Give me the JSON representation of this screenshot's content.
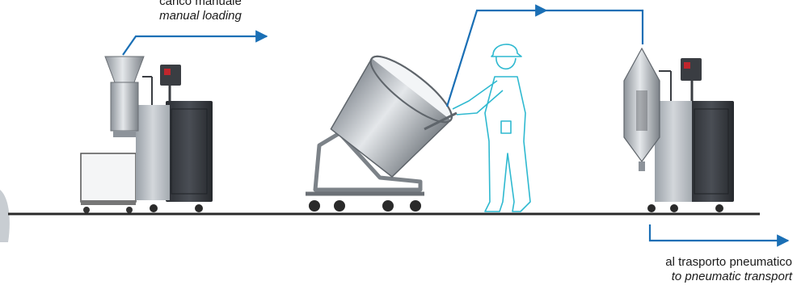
{
  "labels": {
    "manual_it": "carico manuale",
    "manual_en": "manual loading",
    "pneumatic_it": "al trasporto pneumatico",
    "pneumatic_en": "to pneumatic transport"
  },
  "colors": {
    "flow_arrow": "#1a6fb5",
    "operator_outline": "#2fb9d0",
    "floor": "#2a2a2a",
    "machine_dark": "#3a3d42",
    "steel": "#b9bec4",
    "control_red": "#c0262d"
  }
}
